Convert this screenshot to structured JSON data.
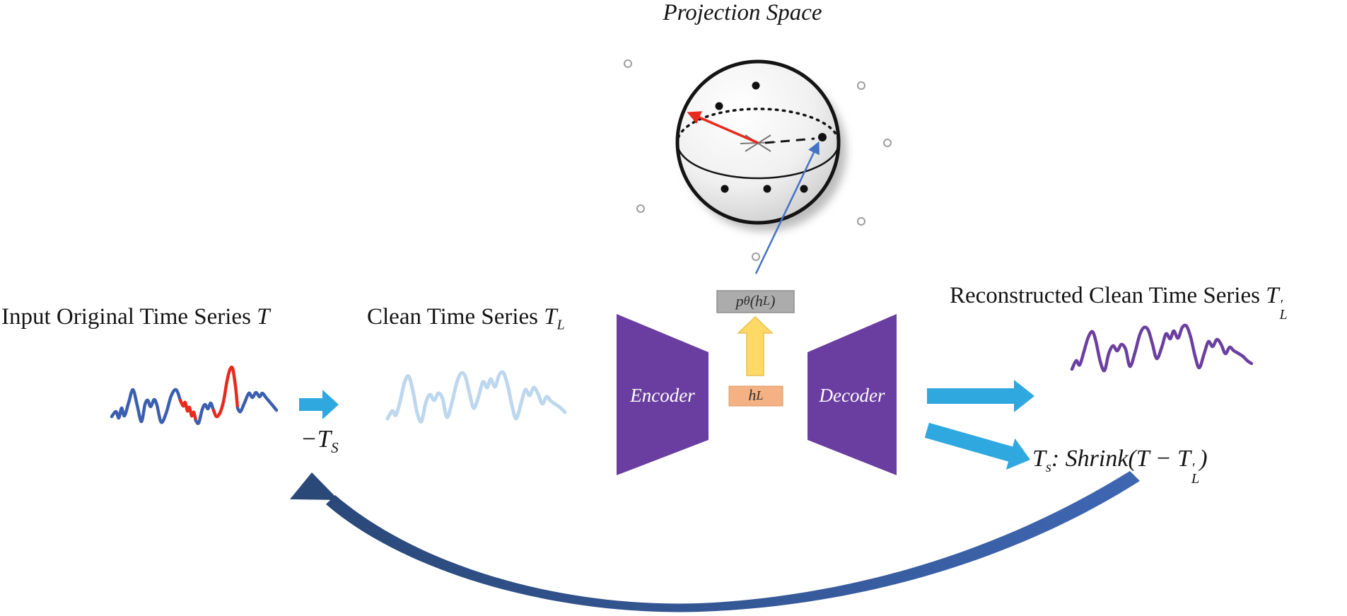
{
  "labels": {
    "projection_space": "Projection Space",
    "input": {
      "prefix": "Input Original Time Series ",
      "symbol": "T"
    },
    "clean": {
      "prefix": "Clean Time Series ",
      "symbol": "T",
      "sub": "L"
    },
    "reconstructed": {
      "prefix": "Reconstructed Clean Time Series ",
      "symbol": "T",
      "sub": "L",
      "prime": "′"
    },
    "minus_ts": {
      "main": "−T",
      "sub": "S"
    },
    "shrink": {
      "t": "T",
      "t_sub": "s",
      "mid": ": Shrink(T − T",
      "l_sub": "L",
      "prime": "′",
      "close": ")"
    },
    "encoder": "Encoder",
    "decoder": "Decoder",
    "p_theta": {
      "p": "p",
      "p_sub": "θ",
      "open": "(h",
      "h_sub": "L",
      "close": ")"
    },
    "h_l": {
      "h": "h",
      "sub": "L"
    }
  },
  "colors": {
    "purple": "#6A3DA0",
    "cyan": "#2FA8DF",
    "yellow": "#FFD966",
    "yellow_edge": "#E8C14F",
    "orange_box": "#F4B183",
    "orange_edge": "#DD9A66",
    "gray_box": "#ACACAC",
    "gray_box_edge": "#8F8F8F",
    "red": "#E8291E",
    "series_blue": "#3A5FB0",
    "series_lightblue": "#BDD7EE",
    "series_purple": "#6B3FA0",
    "thin_blue_arrow": "#4472C4",
    "feedback_light": "#3E66B2",
    "feedback_dark": "#2A4878",
    "sphere_edge": "#141414",
    "ring_gray": "#9E9E9E",
    "center_mark": "#777777",
    "text": "#151515"
  },
  "sphere": {
    "inner_dots": [
      [
        1069,
        121,
        5.5
      ],
      [
        1017,
        150,
        5.5
      ],
      [
        1025,
        267,
        5.5
      ],
      [
        1085,
        267,
        5.5
      ],
      [
        1137,
        267,
        5.5
      ],
      [
        1163,
        194,
        6
      ]
    ],
    "outer_rings": [
      [
        888,
        90,
        5
      ],
      [
        1218,
        121,
        5
      ],
      [
        1255,
        202,
        5
      ],
      [
        906,
        295,
        5
      ],
      [
        1218,
        313,
        5
      ],
      [
        1069,
        363,
        5
      ]
    ]
  },
  "series": {
    "input_blue_1": [
      [
        158,
        589
      ],
      [
        164,
        582
      ],
      [
        168,
        591
      ],
      [
        172,
        577
      ],
      [
        176,
        588
      ],
      [
        182,
        569
      ],
      [
        188,
        551
      ],
      [
        194,
        573
      ],
      [
        200,
        596
      ],
      [
        205,
        572
      ],
      [
        209,
        566
      ],
      [
        213,
        575
      ],
      [
        218,
        565
      ],
      [
        222,
        573
      ],
      [
        228,
        597
      ],
      [
        235,
        584
      ],
      [
        242,
        560
      ],
      [
        249,
        551
      ],
      [
        255,
        566
      ]
    ],
    "input_red_1": [
      [
        255,
        566
      ],
      [
        259,
        574
      ],
      [
        262,
        569
      ],
      [
        265,
        581
      ],
      [
        268,
        576
      ],
      [
        271,
        588
      ],
      [
        274,
        583
      ],
      [
        277,
        595
      ]
    ],
    "input_blue_2": [
      [
        277,
        595
      ],
      [
        281,
        598
      ],
      [
        286,
        579
      ],
      [
        290,
        572
      ],
      [
        294,
        578
      ],
      [
        298,
        570
      ],
      [
        302,
        580
      ]
    ],
    "input_red_2": [
      [
        302,
        580
      ],
      [
        306,
        589
      ],
      [
        311,
        584
      ],
      [
        316,
        568
      ],
      [
        321,
        539
      ],
      [
        325,
        523
      ],
      [
        329,
        521
      ],
      [
        333,
        546
      ],
      [
        336,
        577
      ]
    ],
    "input_blue_3": [
      [
        336,
        577
      ],
      [
        340,
        582
      ],
      [
        346,
        569
      ],
      [
        352,
        556
      ],
      [
        357,
        562
      ],
      [
        362,
        555
      ],
      [
        367,
        561
      ],
      [
        371,
        556
      ],
      [
        376,
        562
      ],
      [
        382,
        569
      ],
      [
        387,
        575
      ],
      [
        391,
        580
      ]
    ],
    "clean": [
      [
        548,
        592
      ],
      [
        555,
        581
      ],
      [
        560,
        587
      ],
      [
        566,
        567
      ],
      [
        572,
        541
      ],
      [
        578,
        532
      ],
      [
        584,
        553
      ],
      [
        590,
        584
      ],
      [
        596,
        596
      ],
      [
        602,
        570
      ],
      [
        608,
        558
      ],
      [
        614,
        566
      ],
      [
        620,
        556
      ],
      [
        626,
        564
      ],
      [
        632,
        590
      ],
      [
        639,
        570
      ],
      [
        646,
        541
      ],
      [
        652,
        528
      ],
      [
        658,
        532
      ],
      [
        664,
        556
      ],
      [
        670,
        577
      ],
      [
        677,
        560
      ],
      [
        683,
        540
      ],
      [
        689,
        548
      ],
      [
        694,
        536
      ],
      [
        700,
        547
      ],
      [
        706,
        530
      ],
      [
        712,
        527
      ],
      [
        718,
        545
      ],
      [
        724,
        573
      ],
      [
        730,
        592
      ],
      [
        737,
        570
      ],
      [
        743,
        551
      ],
      [
        749,
        559
      ],
      [
        755,
        548
      ],
      [
        761,
        557
      ],
      [
        767,
        571
      ],
      [
        773,
        561
      ],
      [
        779,
        567
      ],
      [
        786,
        572
      ],
      [
        792,
        576
      ],
      [
        799,
        583
      ]
    ],
    "reconstructed": [
      [
        1516,
        522
      ],
      [
        1522,
        510
      ],
      [
        1527,
        516
      ],
      [
        1533,
        497
      ],
      [
        1539,
        477
      ],
      [
        1545,
        469
      ],
      [
        1550,
        483
      ],
      [
        1556,
        511
      ],
      [
        1562,
        524
      ],
      [
        1568,
        500
      ],
      [
        1574,
        489
      ],
      [
        1580,
        496
      ],
      [
        1586,
        487
      ],
      [
        1592,
        494
      ],
      [
        1598,
        518
      ],
      [
        1605,
        499
      ],
      [
        1612,
        473
      ],
      [
        1618,
        463
      ],
      [
        1624,
        467
      ],
      [
        1630,
        487
      ],
      [
        1636,
        507
      ],
      [
        1643,
        491
      ],
      [
        1649,
        472
      ],
      [
        1655,
        479
      ],
      [
        1660,
        468
      ],
      [
        1666,
        478
      ],
      [
        1672,
        463
      ],
      [
        1678,
        461
      ],
      [
        1684,
        477
      ],
      [
        1690,
        503
      ],
      [
        1696,
        520
      ],
      [
        1703,
        500
      ],
      [
        1709,
        483
      ],
      [
        1715,
        490
      ],
      [
        1721,
        480
      ],
      [
        1727,
        487
      ],
      [
        1733,
        500
      ],
      [
        1739,
        491
      ],
      [
        1745,
        496
      ],
      [
        1752,
        500
      ],
      [
        1758,
        504
      ],
      [
        1764,
        510
      ],
      [
        1770,
        514
      ]
    ]
  }
}
